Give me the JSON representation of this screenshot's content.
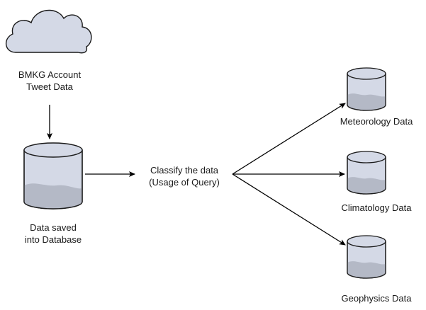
{
  "nodes": {
    "source": {
      "line1": "BMKG Account",
      "line2": "Tweet Data"
    },
    "database": {
      "line1": "Data saved",
      "line2": "into Database"
    },
    "classify": {
      "line1": "Classify the data",
      "line2": "(Usage of Query)"
    },
    "outputs": {
      "meteorology": "Meteorology Data",
      "climatology": "Climatology Data",
      "geophysics": "Geophysics Data"
    }
  },
  "colors": {
    "shape_fill": "#d4d9e6",
    "shape_stroke": "#1a1a1a",
    "shape_shade": "#b4b9c6",
    "arrow": "#000000",
    "text": "#1a1a1a"
  }
}
